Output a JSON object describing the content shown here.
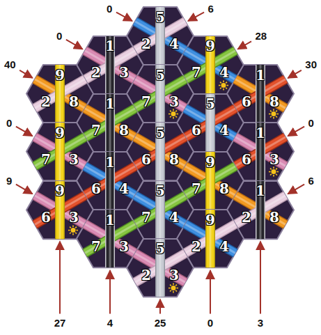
{
  "diagram": {
    "nodes": [
      {
        "text": [
          "5",
          "2",
          "4"
        ]
      },
      {
        "text": [
          "1",
          "2",
          "3"
        ]
      },
      {
        "text": [
          "9",
          "7",
          "4"
        ]
      },
      {
        "text": [
          "9",
          "2",
          "8"
        ]
      },
      {
        "text": [
          "5",
          "7",
          "3"
        ]
      },
      {
        "text": [
          "1",
          "6",
          "8"
        ]
      },
      {
        "text": [
          "1",
          "7",
          "8"
        ]
      },
      {
        "text": [
          "5",
          "6",
          "4"
        ]
      },
      {
        "text": [
          "9",
          "7",
          "3"
        ]
      },
      {
        "text": [
          "5",
          "6",
          "8"
        ]
      },
      {
        "text": [
          "1",
          "6",
          "3"
        ]
      },
      {
        "text": [
          "1",
          "6",
          "4"
        ]
      },
      {
        "text": [
          "9",
          "7",
          "8"
        ]
      },
      {
        "text": [
          "9",
          "6",
          "3"
        ]
      },
      {
        "text": [
          "5",
          "7",
          "4"
        ]
      },
      {
        "text": [
          "1",
          "2",
          "8"
        ]
      },
      {
        "text": [
          "1",
          "7",
          "3"
        ]
      },
      {
        "text": [
          "9",
          "2",
          "4"
        ]
      },
      {
        "text": [
          "5",
          "2",
          "3"
        ]
      }
    ],
    "labels": [
      "0",
      "6",
      "0",
      "28",
      "40",
      "30",
      "0",
      "0",
      "9",
      "6",
      "27",
      "4",
      "25",
      "0",
      "3"
    ]
  }
}
